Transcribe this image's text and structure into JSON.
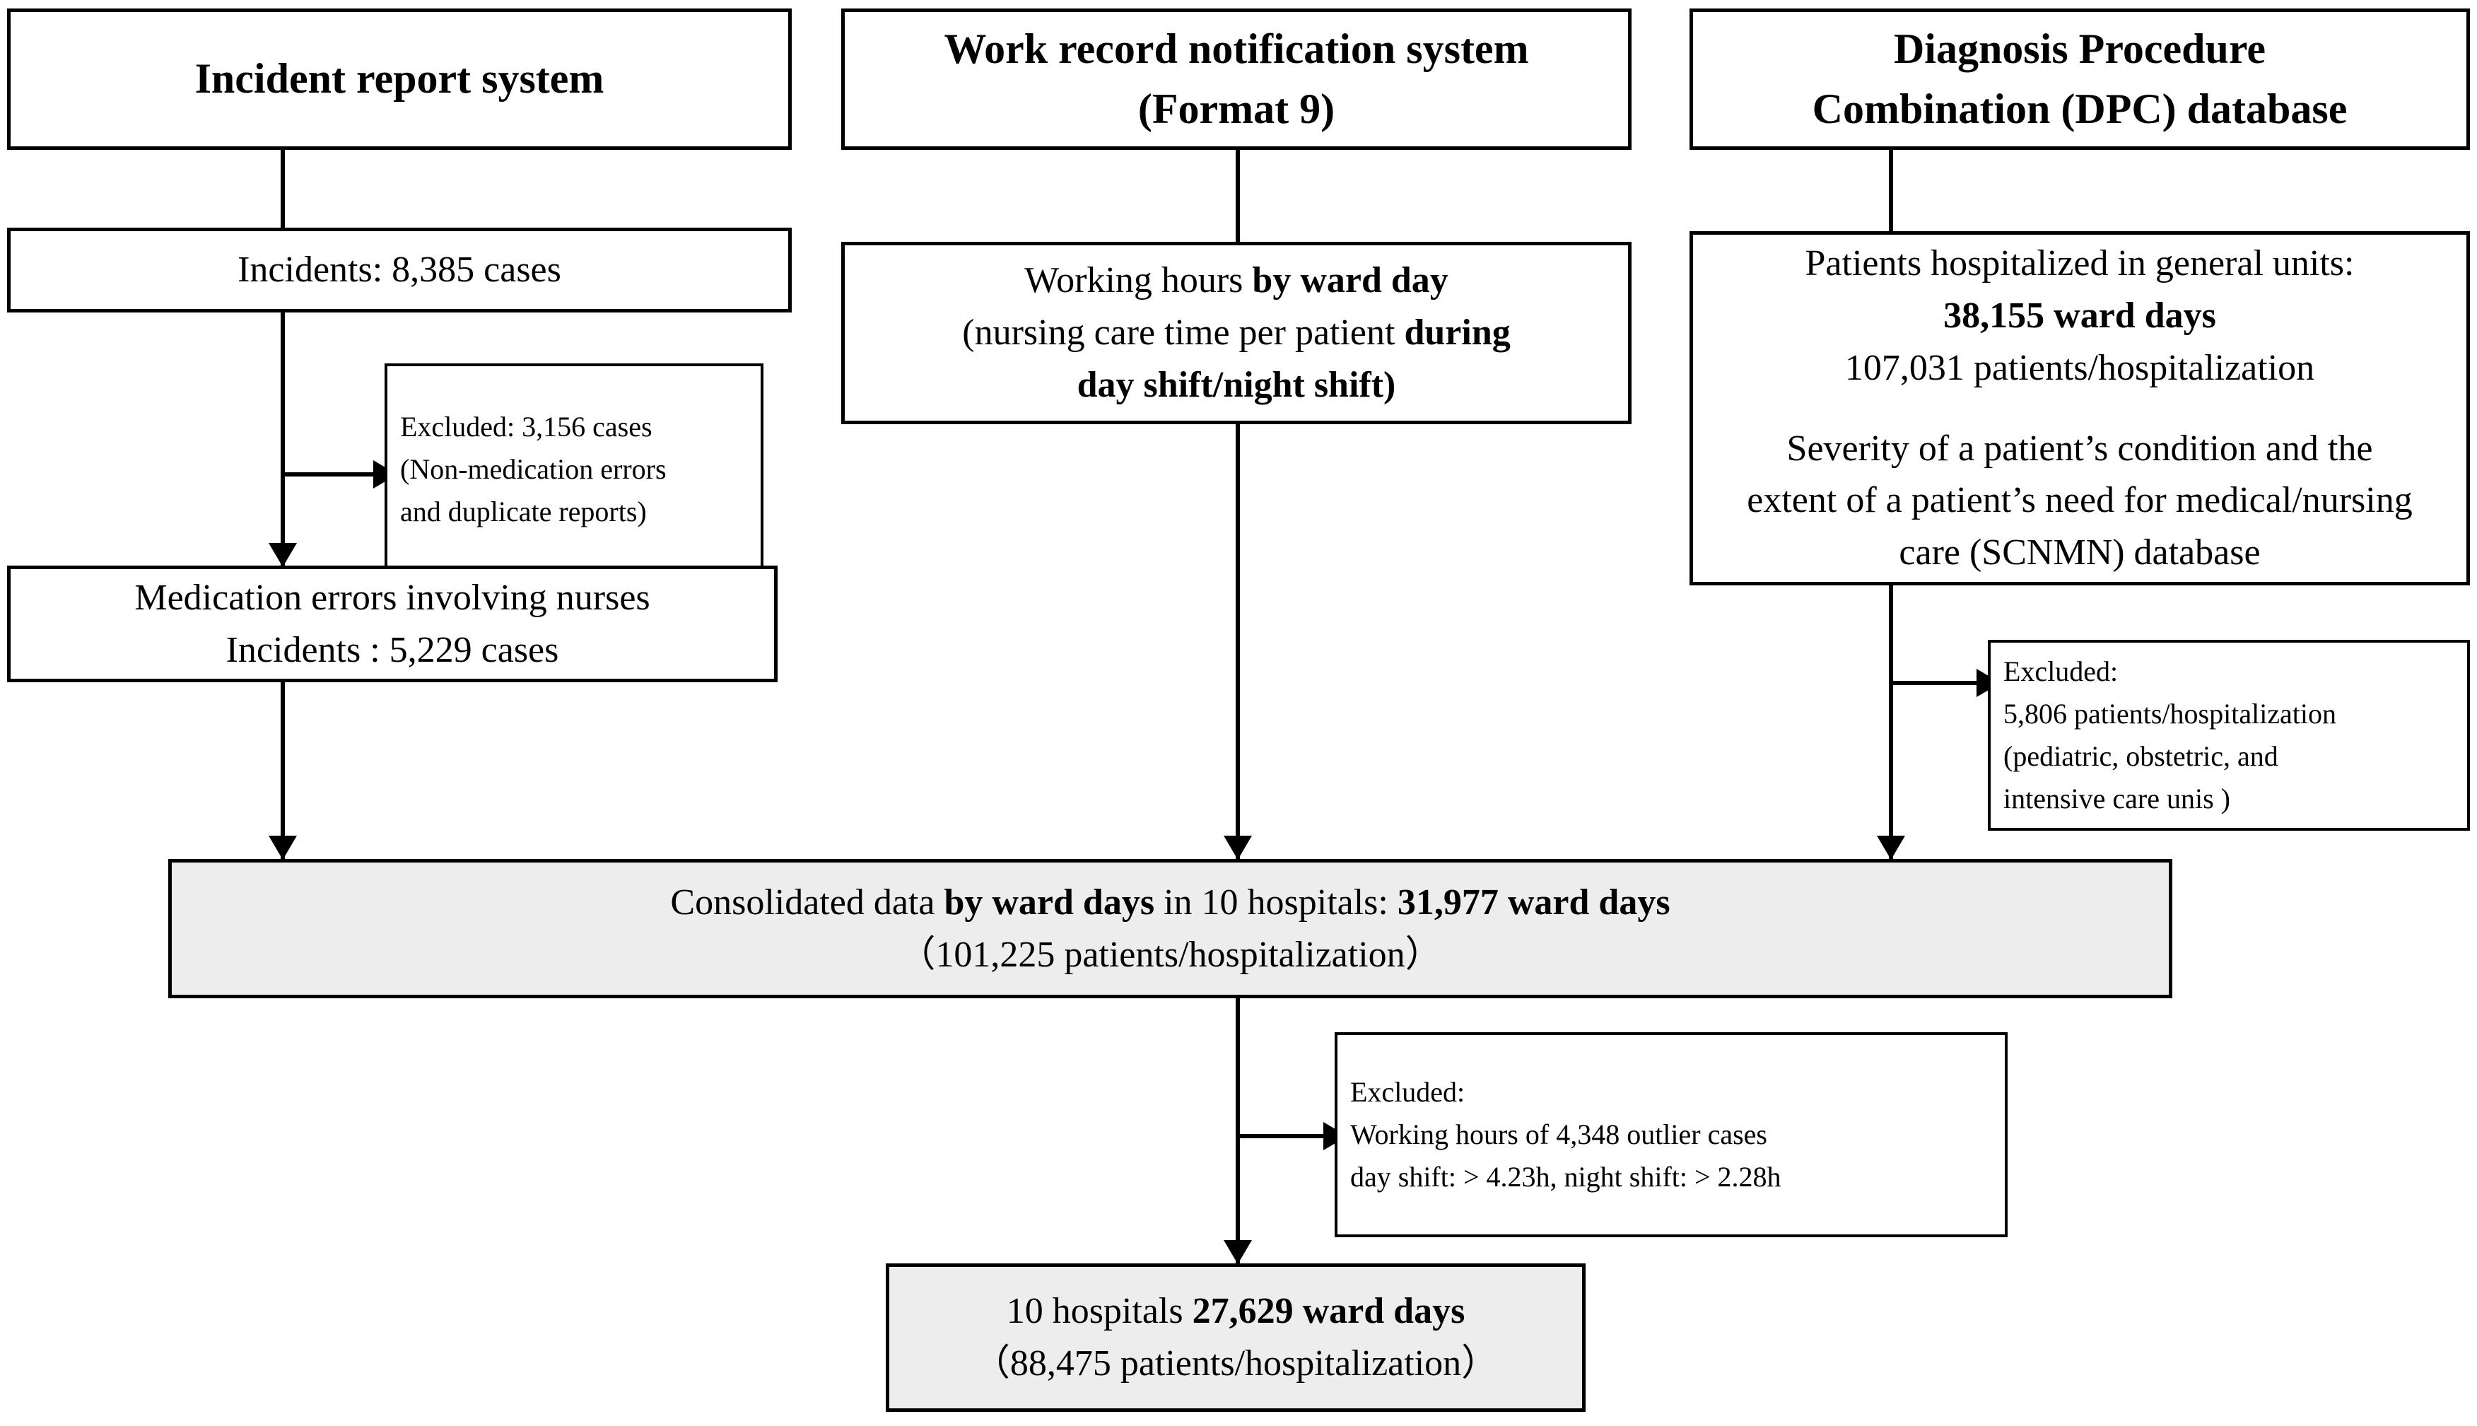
{
  "diagram": {
    "title": "Study data flow diagram",
    "colors": {
      "line": "#000000",
      "box_fill": "#ffffff",
      "shaded_fill": "#ededed"
    },
    "sources": {
      "incident_report_system": {
        "header": "Incident report system",
        "step1": "Incidents: 8,385 cases",
        "excluded": {
          "line1": "Excluded: 3,156 cases",
          "line2": "(Non-medication errors",
          "line3": "and duplicate reports)"
        },
        "step2_line1": "Medication errors involving nurses",
        "step2_line2": "Incidents : 5,229 cases"
      },
      "work_record_notification_system": {
        "header_line1": "Work record notification system",
        "header_line2": "(Format 9)",
        "step1_line1_plain": "Working hours ",
        "step1_line1_bold": "by ward day",
        "step1_line2_plain": "(nursing care time per patient ",
        "step1_line2_bold": "during",
        "step1_line3_bold": "day shift/night shift)"
      },
      "dpc_database": {
        "header_line1": "Diagnosis Procedure",
        "header_line2": "Combination  (DPC) database",
        "step1_line1": "Patients hospitalized in general units:",
        "step1_line2_bold": "38,155 ward days",
        "step1_line3": "107,031 patients/hospitalization",
        "step1_line4": "Severity of a patient’s condition and the",
        "step1_line5": "extent of a patient’s need for medical/nursing",
        "step1_line6": "care (SCNMN) database",
        "excluded": {
          "line1": "Excluded:",
          "line2": "5,806 patients/hospitalization",
          "line3": " (pediatric, obstetric, and",
          "line4": "intensive care unis )"
        }
      }
    },
    "consolidated": {
      "line1_part1": "Consolidated data ",
      "line1_bold1": "by ward days",
      "line1_part2": " in 10 hospitals: ",
      "line1_bold2": "31,977 ward days",
      "line2": "（101,225 patients/hospitalization）"
    },
    "outlier_excluded": {
      "line1": "Excluded:",
      "line2": "Working hours of 4,348 outlier cases",
      "line3": "day shift: > 4.23h,  night shift: > 2.28h"
    },
    "final": {
      "line1_plain": "10 hospitals  ",
      "line1_bold": "27,629 ward days",
      "line2": "（88,475 patients/hospitalization）"
    }
  }
}
